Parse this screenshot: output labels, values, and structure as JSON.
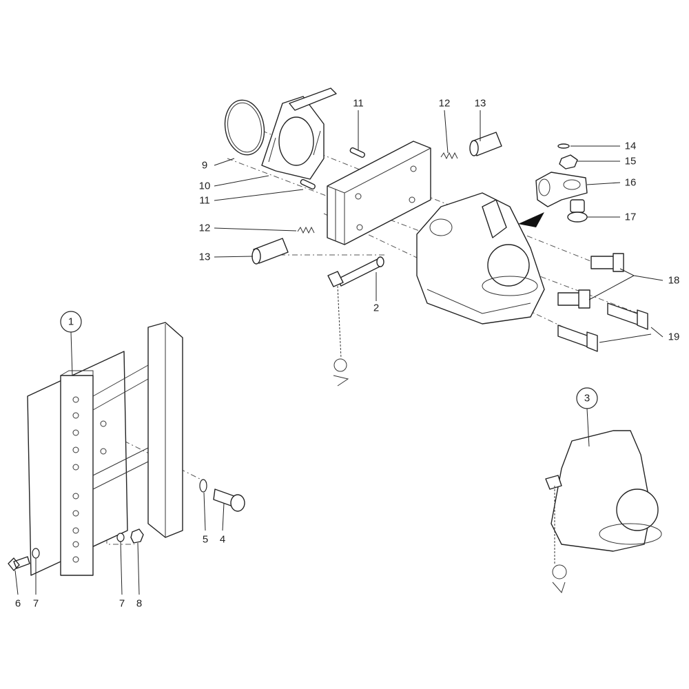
{
  "callouts": {
    "assembly_1": "1",
    "assembly_3": "3",
    "part_2": "2",
    "part_4": "4",
    "part_5": "5",
    "part_6": "6",
    "part_7a": "7",
    "part_7b": "7",
    "part_8": "8",
    "part_9": "9",
    "part_10": "10",
    "part_11a": "11",
    "part_11b": "11",
    "part_12a": "12",
    "part_12b": "12",
    "part_13a": "13",
    "part_13b": "13",
    "part_14": "14",
    "part_15": "15",
    "part_16": "16",
    "part_17": "17",
    "part_18": "18",
    "part_19": "19"
  }
}
